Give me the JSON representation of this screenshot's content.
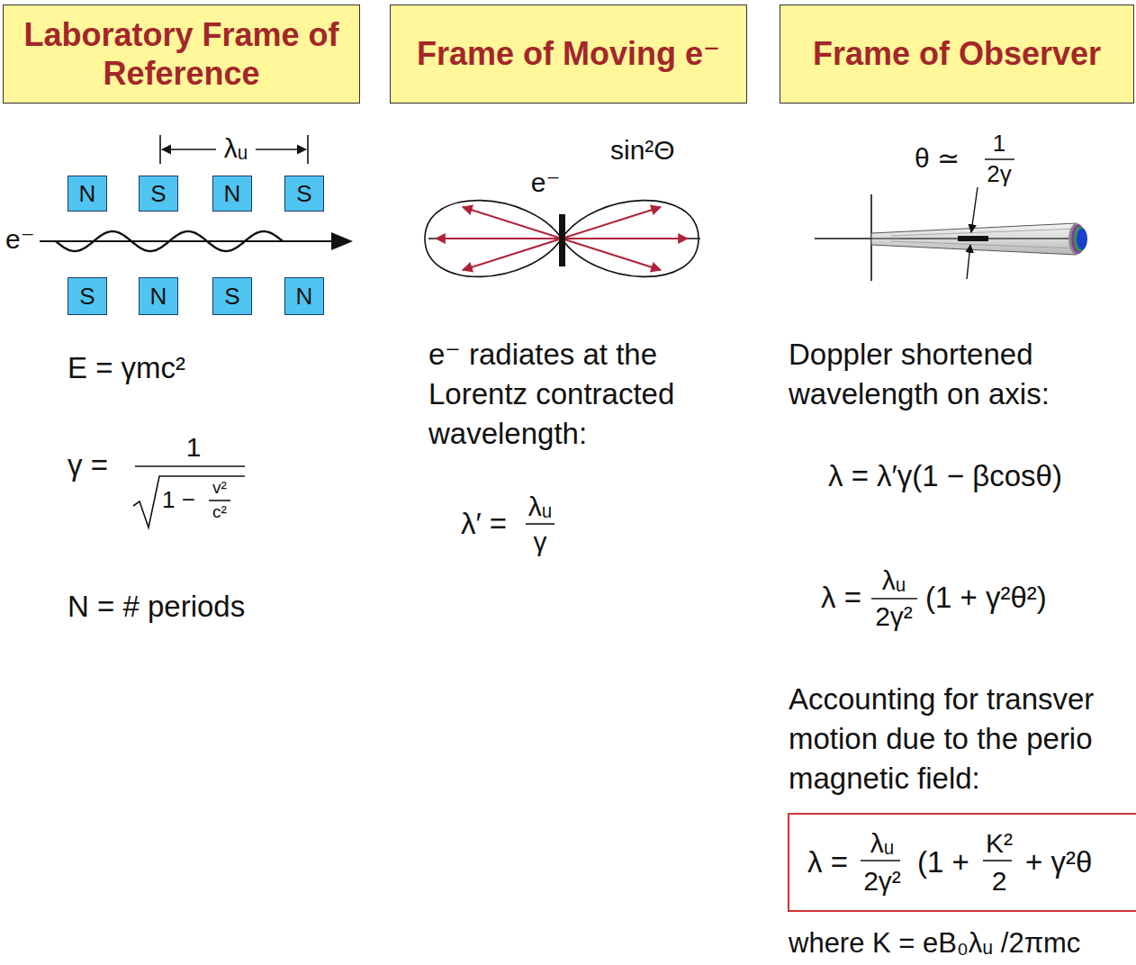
{
  "diagram": {
    "nodes": [
      {
        "text": [
          "Laboratory Frame of Reference"
        ]
      },
      {
        "text": [
          "Frame of Moving e⁻"
        ]
      },
      {
        "text": [
          "Frame of Observer"
        ]
      },
      {
        "text": [
          "N"
        ]
      },
      {
        "text": [
          "S"
        ]
      },
      {
        "text": [
          "N"
        ]
      },
      {
        "text": [
          "S"
        ]
      },
      {
        "text": [
          "S"
        ]
      },
      {
        "text": [
          "N"
        ]
      },
      {
        "text": [
          "S"
        ]
      },
      {
        "text": [
          "N"
        ]
      },
      {
        "text": [
          "λ =",
          "λᵤ",
          "2γ²",
          "(1 +",
          "K²",
          "2",
          "+ γ²θ"
        ]
      }
    ],
    "labels": [
      "λᵤ",
      "e⁻",
      "E = γmc²",
      "γ =",
      "1",
      "1 −",
      "v²",
      "c²",
      "N = # periods",
      "e⁻",
      "sin²Θ",
      "e⁻ radiates at the Lorentz contracted wavelength:",
      "λ′ =",
      "λᵤ",
      "γ",
      "θ ≃",
      "1",
      "2γ",
      "Doppler shortened wavelength on axis:",
      "λ = λ′γ(1 − βcosθ)",
      "λ =",
      "λᵤ",
      "2γ²",
      "(1 + γ²θ²)",
      "Accounting for transver motion due to the perio magnetic field:",
      "where K = eB₀λᵤ /2πmc"
    ]
  }
}
